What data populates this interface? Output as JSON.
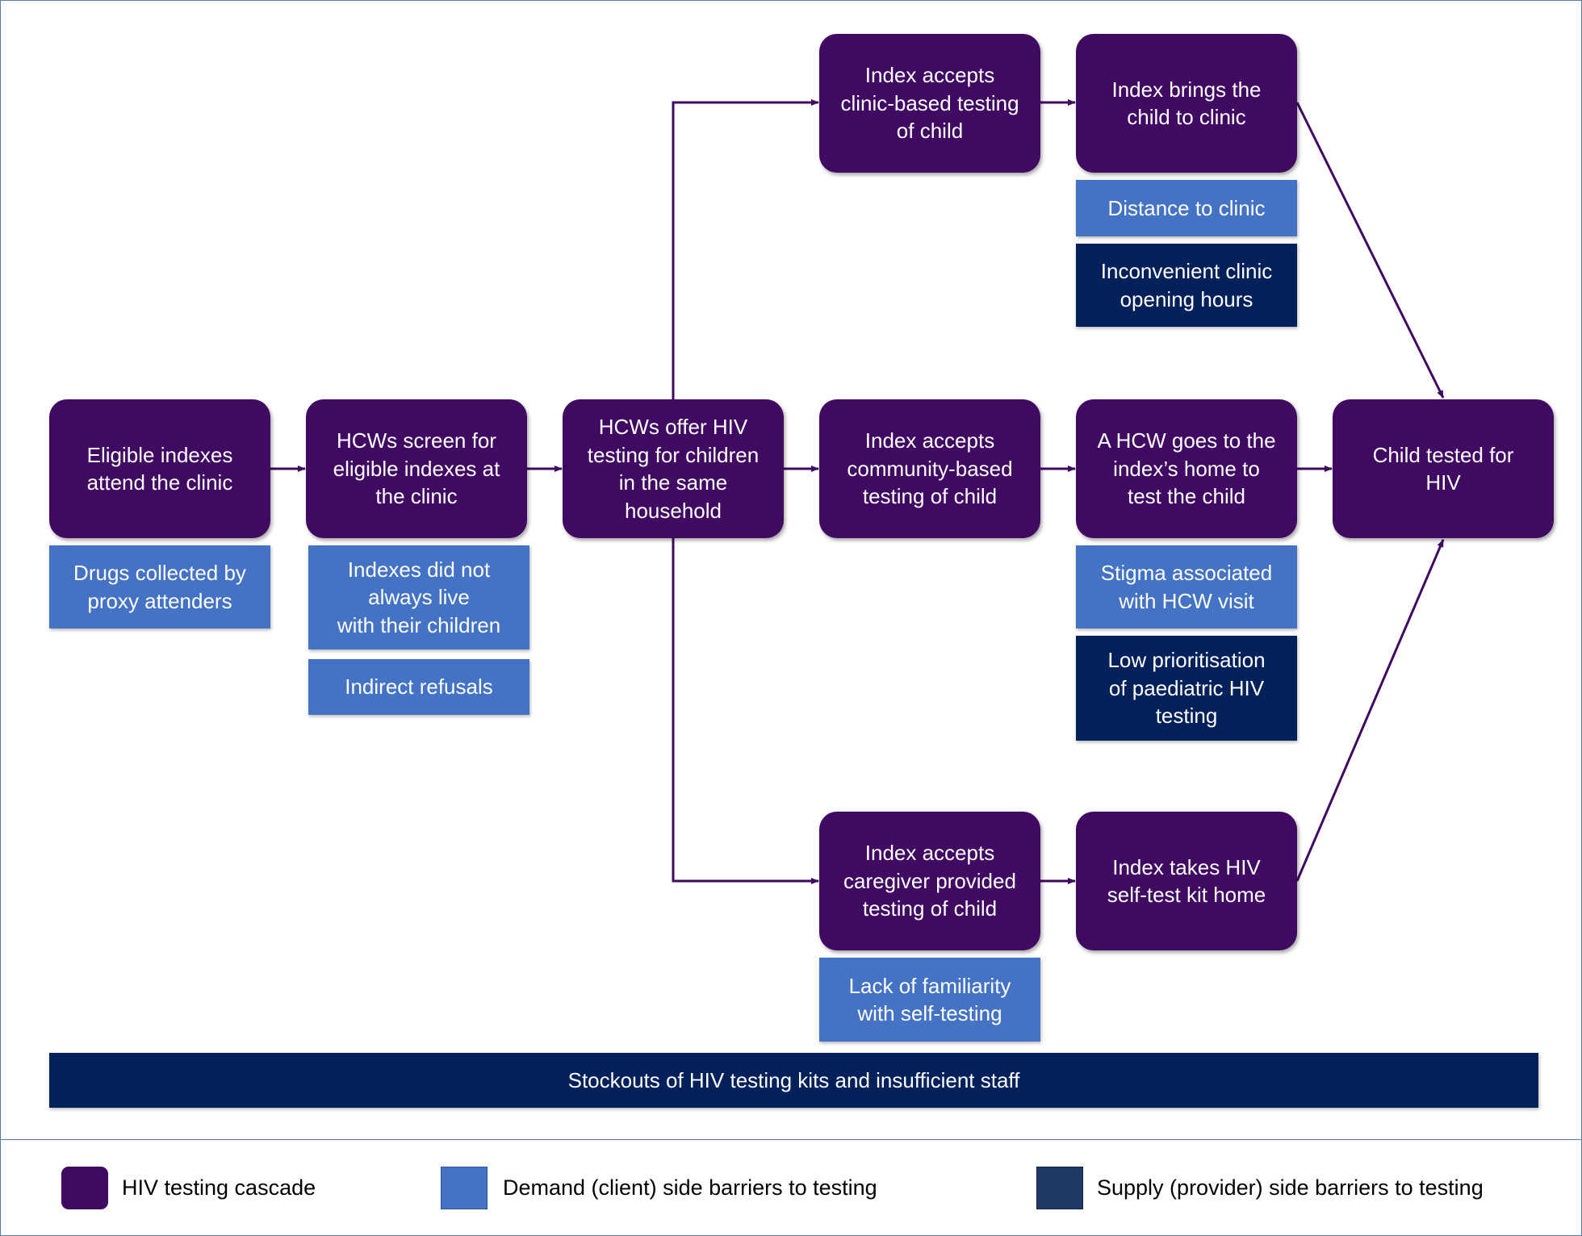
{
  "cascade": {
    "eligible_attend": "Eligible indexes\nattend the clinic",
    "hcws_screen": "HCWs screen for\neligible indexes at\nthe clinic",
    "hcws_offer": "HCWs offer HIV\ntesting for children\nin the same\nhousehold",
    "accepts_clinic": "Index accepts\nclinic-based testing\nof child",
    "accepts_community": "Index accepts\ncommunity-based\ntesting of child",
    "accepts_caregiver": "Index accepts\ncaregiver provided\ntesting of child",
    "brings_child": "Index brings the\nchild to clinic",
    "hcw_goes_home": "A HCW goes to the\nindex’s home to\ntest the child",
    "takes_selftest": "Index takes HIV\nself-test kit home",
    "child_tested": "Child tested for\nHIV"
  },
  "demand_barriers": {
    "drugs_proxy": "Drugs collected by\nproxy attenders",
    "not_live_with_children": "Indexes did not\nalways live\nwith their children",
    "indirect_refusals": "Indirect refusals",
    "distance_to_clinic": "Distance to clinic",
    "stigma_hcw_visit": "Stigma associated\nwith HCW visit",
    "lack_familiarity": "Lack of familiarity\nwith self-testing"
  },
  "supply_barriers": {
    "inconvenient_hours": "Inconvenient clinic\nopening hours",
    "low_prioritisation": "Low prioritisation\nof paediatric HIV\ntesting",
    "stockouts": "Stockouts of HIV testing kits and insufficient staff"
  },
  "legend": {
    "cascade": "HIV testing cascade",
    "demand": "Demand (client) side barriers to testing",
    "supply": "Supply (provider) side barriers to testing"
  },
  "colors": {
    "cascade": "#400a63",
    "demand": "#4472c4",
    "supply": "#02205a",
    "supply_legend": "#1f3864",
    "border": "#5a7bb0"
  }
}
